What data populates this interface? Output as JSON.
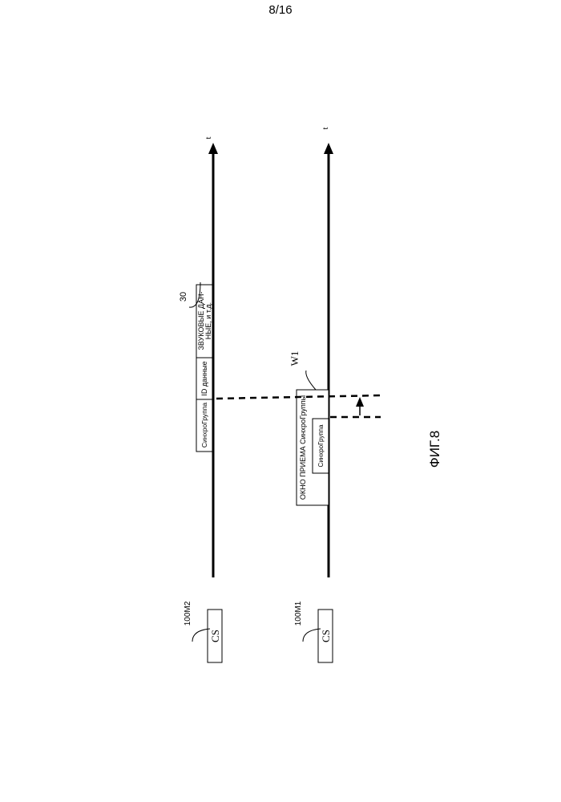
{
  "page": {
    "number": "8/16"
  },
  "figure": {
    "caption": "ФИГ.8",
    "timeline_upper": {
      "axis_label": "t",
      "device_ref": "100M2",
      "device_box_label": "CS",
      "packet_ref": "30",
      "packet_fields": [
        "СинхроГруппа",
        "ID данные"
      ],
      "packet_audio_line1": "ЗВУКОВЫЕ ДАН-",
      "packet_audio_line2": "НЫЕ, и т.д."
    },
    "timeline_lower": {
      "axis_label": "t",
      "device_ref": "100M1",
      "device_box_label": "CS",
      "window_ref": "W1",
      "window_label": "ОКНО ПРИЕМА СинхроГруппы",
      "window_inner_label": "СинхроГруппа"
    }
  }
}
